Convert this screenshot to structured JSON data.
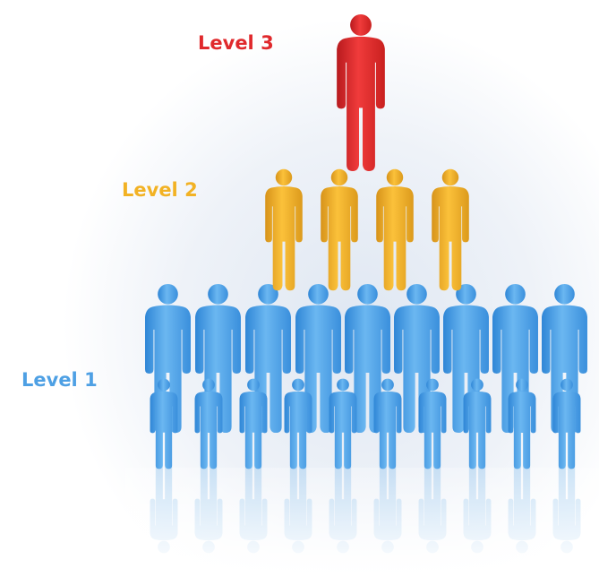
{
  "levels": [
    {
      "label": "Level 3",
      "color": "#e0292c",
      "count": 1
    },
    {
      "label": "Level 2",
      "color": "#f2b224",
      "count": 4
    },
    {
      "label": "Level 1",
      "color": "#4ea0e4",
      "count": 19
    }
  ]
}
